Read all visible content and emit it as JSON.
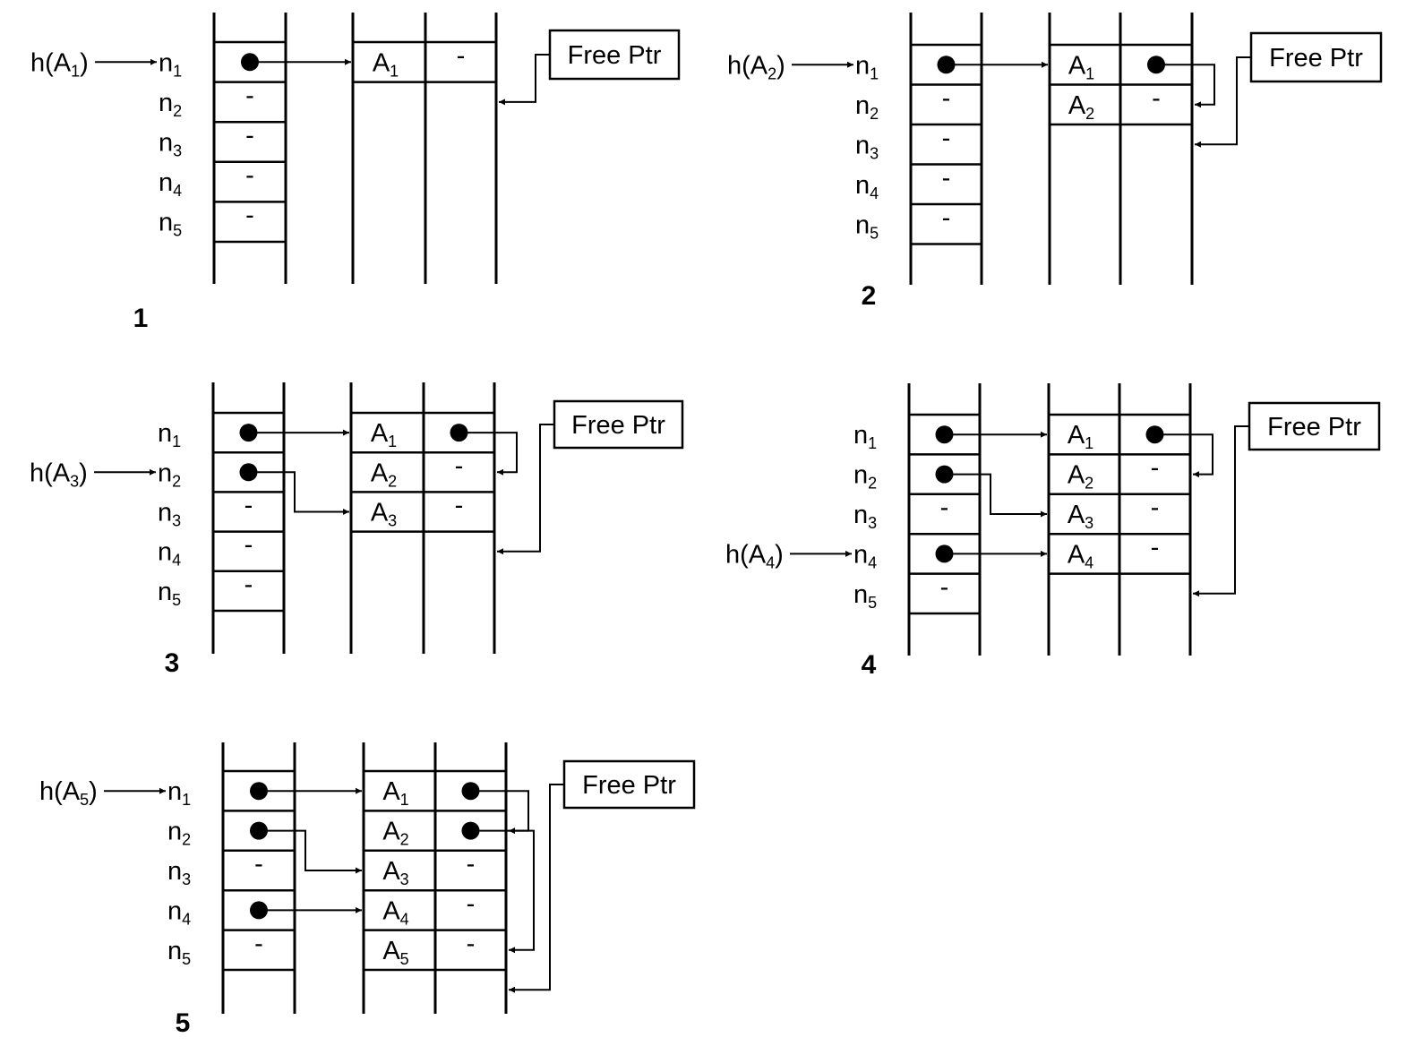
{
  "colors": {
    "ink": "#000000",
    "paper": "#ffffff"
  },
  "free_pointer_label": "Free Ptr",
  "null_marker": "-",
  "slot_labels": [
    {
      "base": "n",
      "sub": "1"
    },
    {
      "base": "n",
      "sub": "2"
    },
    {
      "base": "n",
      "sub": "3"
    },
    {
      "base": "n",
      "sub": "4"
    },
    {
      "base": "n",
      "sub": "5"
    }
  ],
  "panels": [
    {
      "step": "1",
      "hash_input": {
        "base": "h(A",
        "sub": "1",
        "close": ")"
      },
      "hash_slot": 1,
      "heads": [
        "ptr",
        "-",
        "-",
        "-",
        "-"
      ],
      "records": [
        {
          "key": {
            "base": "A",
            "sub": "1"
          },
          "next": "-"
        }
      ],
      "bucket_targets": [
        1
      ],
      "free_ptr_target": 2
    },
    {
      "step": "2",
      "hash_input": {
        "base": "h(A",
        "sub": "2",
        "close": ")"
      },
      "hash_slot": 1,
      "heads": [
        "ptr",
        "-",
        "-",
        "-",
        "-"
      ],
      "records": [
        {
          "key": {
            "base": "A",
            "sub": "1"
          },
          "next": "ptr"
        },
        {
          "key": {
            "base": "A",
            "sub": "2"
          },
          "next": "-"
        }
      ],
      "bucket_targets": [
        1
      ],
      "next_targets": [
        2
      ],
      "free_ptr_target": 3
    },
    {
      "step": "3",
      "hash_input": {
        "base": "h(A",
        "sub": "3",
        "close": ")"
      },
      "hash_slot": 2,
      "heads": [
        "ptr",
        "ptr",
        "-",
        "-",
        "-"
      ],
      "records": [
        {
          "key": {
            "base": "A",
            "sub": "1"
          },
          "next": "ptr"
        },
        {
          "key": {
            "base": "A",
            "sub": "2"
          },
          "next": "-"
        },
        {
          "key": {
            "base": "A",
            "sub": "3"
          },
          "next": "-"
        }
      ],
      "bucket_targets": [
        1,
        3
      ],
      "next_targets": [
        2
      ],
      "free_ptr_target": 4
    },
    {
      "step": "4",
      "hash_input": {
        "base": "h(A",
        "sub": "4",
        "close": ")"
      },
      "hash_slot": 4,
      "heads": [
        "ptr",
        "ptr",
        "-",
        "ptr",
        "-"
      ],
      "records": [
        {
          "key": {
            "base": "A",
            "sub": "1"
          },
          "next": "ptr"
        },
        {
          "key": {
            "base": "A",
            "sub": "2"
          },
          "next": "-"
        },
        {
          "key": {
            "base": "A",
            "sub": "3"
          },
          "next": "-"
        },
        {
          "key": {
            "base": "A",
            "sub": "4"
          },
          "next": "-"
        }
      ],
      "bucket_targets": [
        1,
        3,
        0,
        4
      ],
      "next_targets": [
        2
      ],
      "free_ptr_target": 5
    },
    {
      "step": "5",
      "hash_input": {
        "base": "h(A",
        "sub": "5",
        "close": ")"
      },
      "hash_slot": 1,
      "heads": [
        "ptr",
        "ptr",
        "-",
        "ptr",
        "-"
      ],
      "records": [
        {
          "key": {
            "base": "A",
            "sub": "1"
          },
          "next": "ptr"
        },
        {
          "key": {
            "base": "A",
            "sub": "2"
          },
          "next": "ptr"
        },
        {
          "key": {
            "base": "A",
            "sub": "3"
          },
          "next": "-"
        },
        {
          "key": {
            "base": "A",
            "sub": "4"
          },
          "next": "-"
        },
        {
          "key": {
            "base": "A",
            "sub": "5"
          },
          "next": "-"
        }
      ],
      "bucket_targets": [
        1,
        3,
        0,
        4
      ],
      "next_targets": [
        2,
        5
      ],
      "free_ptr_target": 6
    }
  ]
}
